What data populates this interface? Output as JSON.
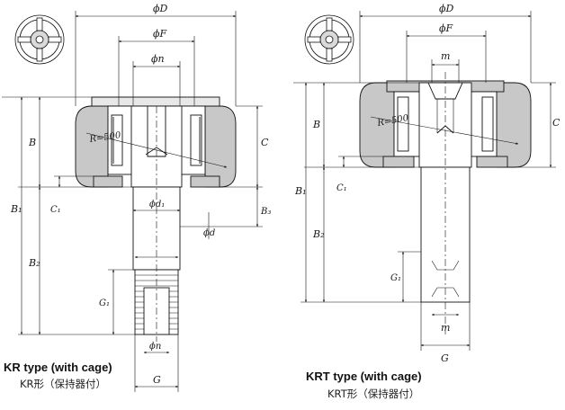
{
  "kr": {
    "title": "KR type (with cage)",
    "subtitle": "KR形（保持器付）",
    "dims": {
      "D": "ϕD",
      "F": "ϕF",
      "n": "ϕn",
      "d1": "ϕd₁",
      "d": "ϕd",
      "R": "R=500",
      "B": "B",
      "B1": "B₁",
      "B2": "B₂",
      "B3": "B₃",
      "C": "C",
      "C1": "C₁",
      "G1": "G₁",
      "G": "G",
      "n_bottom": "ϕn"
    }
  },
  "krt": {
    "title": "KRT type (with cage)",
    "subtitle": "KRT形（保持器付）",
    "dims": {
      "D": "ϕD",
      "F": "ϕF",
      "m": "m",
      "R": "R=500",
      "B": "B",
      "B1": "B₁",
      "B2": "B₂",
      "C": "C",
      "C1": "C₁",
      "G1": "G₁",
      "G": "G",
      "m_bottom": "m"
    }
  }
}
